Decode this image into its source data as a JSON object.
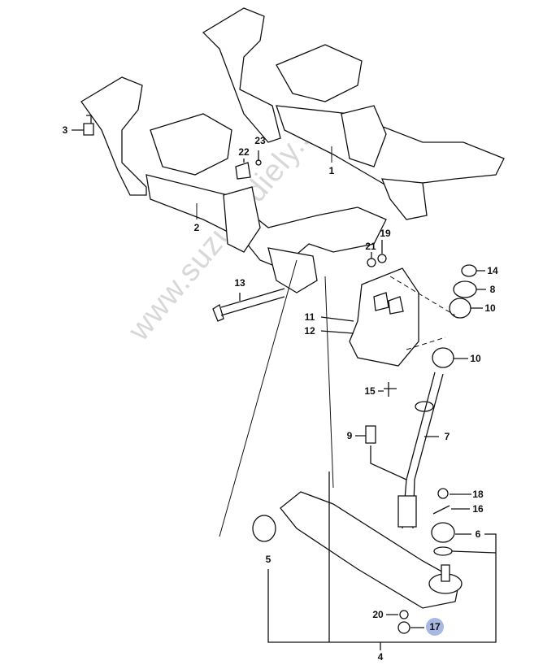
{
  "watermark": "www.suzuki-diely.sk",
  "highlight_color": "#a9b8e2",
  "callouts": {
    "c1": "1",
    "c2": "2",
    "c3": "3",
    "c4": "4",
    "c5": "5",
    "c6": "6",
    "c7": "7",
    "c8": "8",
    "c9": "9",
    "c10a": "10",
    "c10b": "10",
    "c11": "11",
    "c12": "12",
    "c13": "13",
    "c14": "14",
    "c15": "15",
    "c16": "16",
    "c17": "17",
    "c18": "18",
    "c19": "19",
    "c20": "20",
    "c21": "21",
    "c22": "22",
    "c23": "23"
  }
}
